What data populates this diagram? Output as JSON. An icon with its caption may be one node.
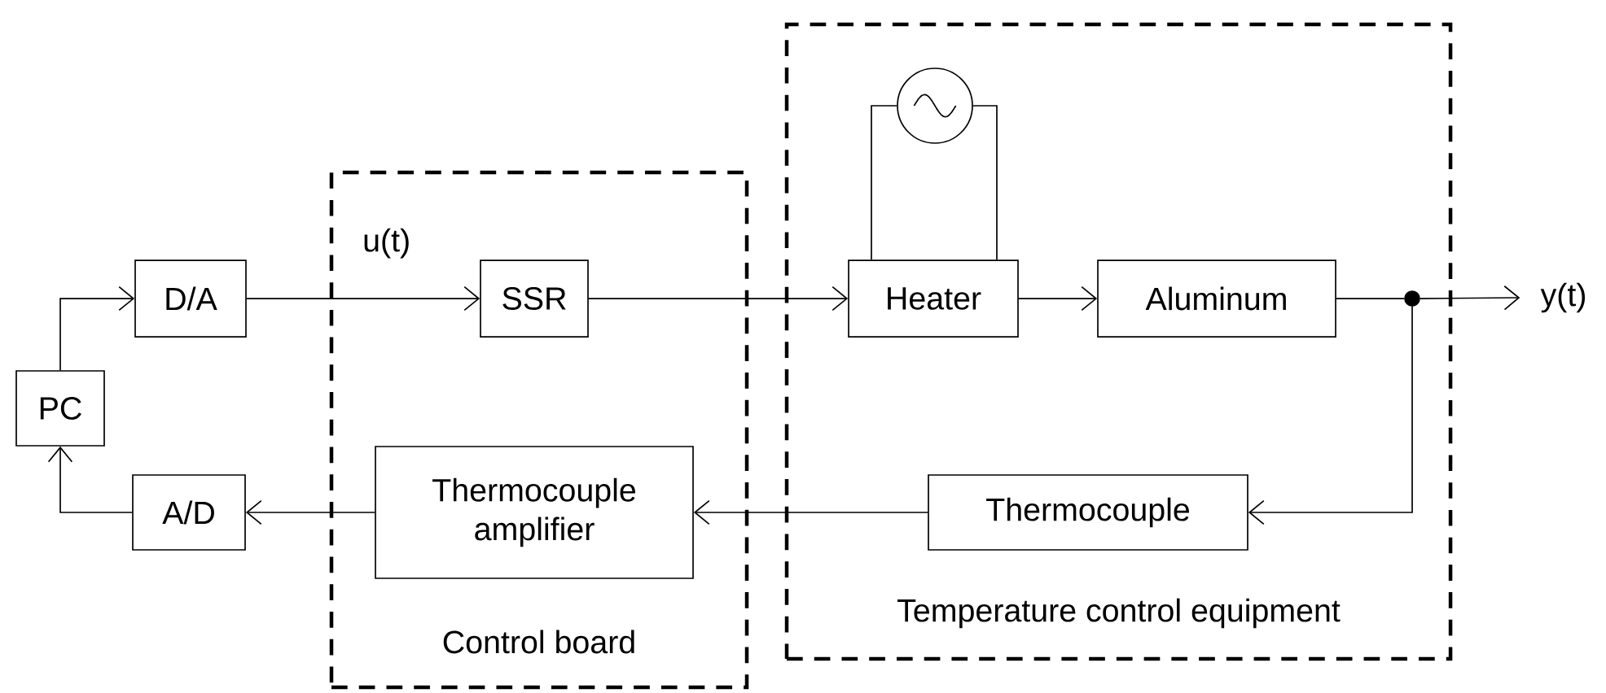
{
  "diagram": {
    "nodes": [
      {
        "text": [
          "Control board"
        ]
      },
      {
        "text": [
          "Temperature control equipment"
        ]
      },
      {
        "text": [
          "PC"
        ]
      },
      {
        "text": [
          "D/A"
        ]
      },
      {
        "text": [
          "SSR"
        ],
        "in": 0
      },
      {
        "text": [
          "Heater"
        ],
        "in": 1
      },
      {
        "text": [
          "Aluminum"
        ],
        "in": 1
      },
      {
        "text": [
          "Thermocouple"
        ],
        "in": 1
      },
      {
        "text": [
          "Thermocouple amplifier"
        ],
        "in": 0
      },
      {
        "text": [
          "A/D"
        ]
      },
      {
        "text": [],
        "shape": "circle",
        "in": 1
      },
      {
        "text": [],
        "shape": "circle",
        "in": 1
      },
      {
        "text": [
          "y(t)"
        ]
      }
    ],
    "edges": [
      {
        "from": 2,
        "to": 3,
        "arrow": "to"
      },
      {
        "from": 3,
        "to": 4,
        "arrow": "to",
        "label": "u(t)"
      },
      {
        "from": 4,
        "to": 5,
        "arrow": "to"
      },
      {
        "from": 5,
        "to": 6,
        "arrow": "to"
      },
      {
        "from": 6,
        "to": 11,
        "arrow": "none"
      },
      {
        "from": 11,
        "to": 12,
        "arrow": "to"
      },
      {
        "from": 11,
        "to": 7,
        "arrow": "to"
      },
      {
        "from": 7,
        "to": 8,
        "arrow": "to"
      },
      {
        "from": 8,
        "to": 9,
        "arrow": "to"
      },
      {
        "from": 9,
        "to": 2,
        "arrow": "to"
      },
      {
        "from": 10,
        "to": 5,
        "arrow": "none"
      },
      {
        "from": 10,
        "to": 5,
        "arrow": "none"
      }
    ]
  }
}
